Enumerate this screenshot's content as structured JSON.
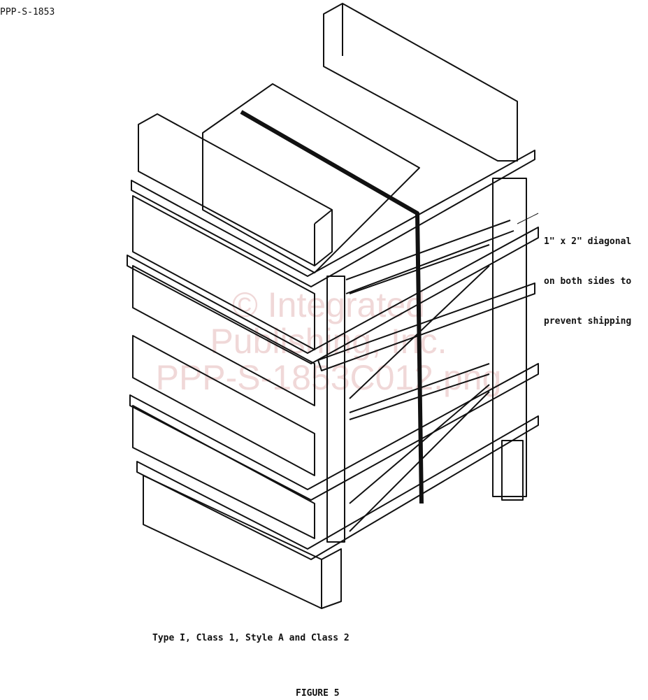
{
  "document_id": "PPP-S-1853",
  "callout": [
    "1\" x 2\" diagonal",
    "on both sides to",
    "prevent shipping"
  ],
  "caption": "Type I, Class 1, Style A and Class 2",
  "figure_label": "FIGURE 5",
  "watermark": [
    "© Integrated",
    "Publishing, Inc.",
    "PPP-S-1853C012.png"
  ]
}
